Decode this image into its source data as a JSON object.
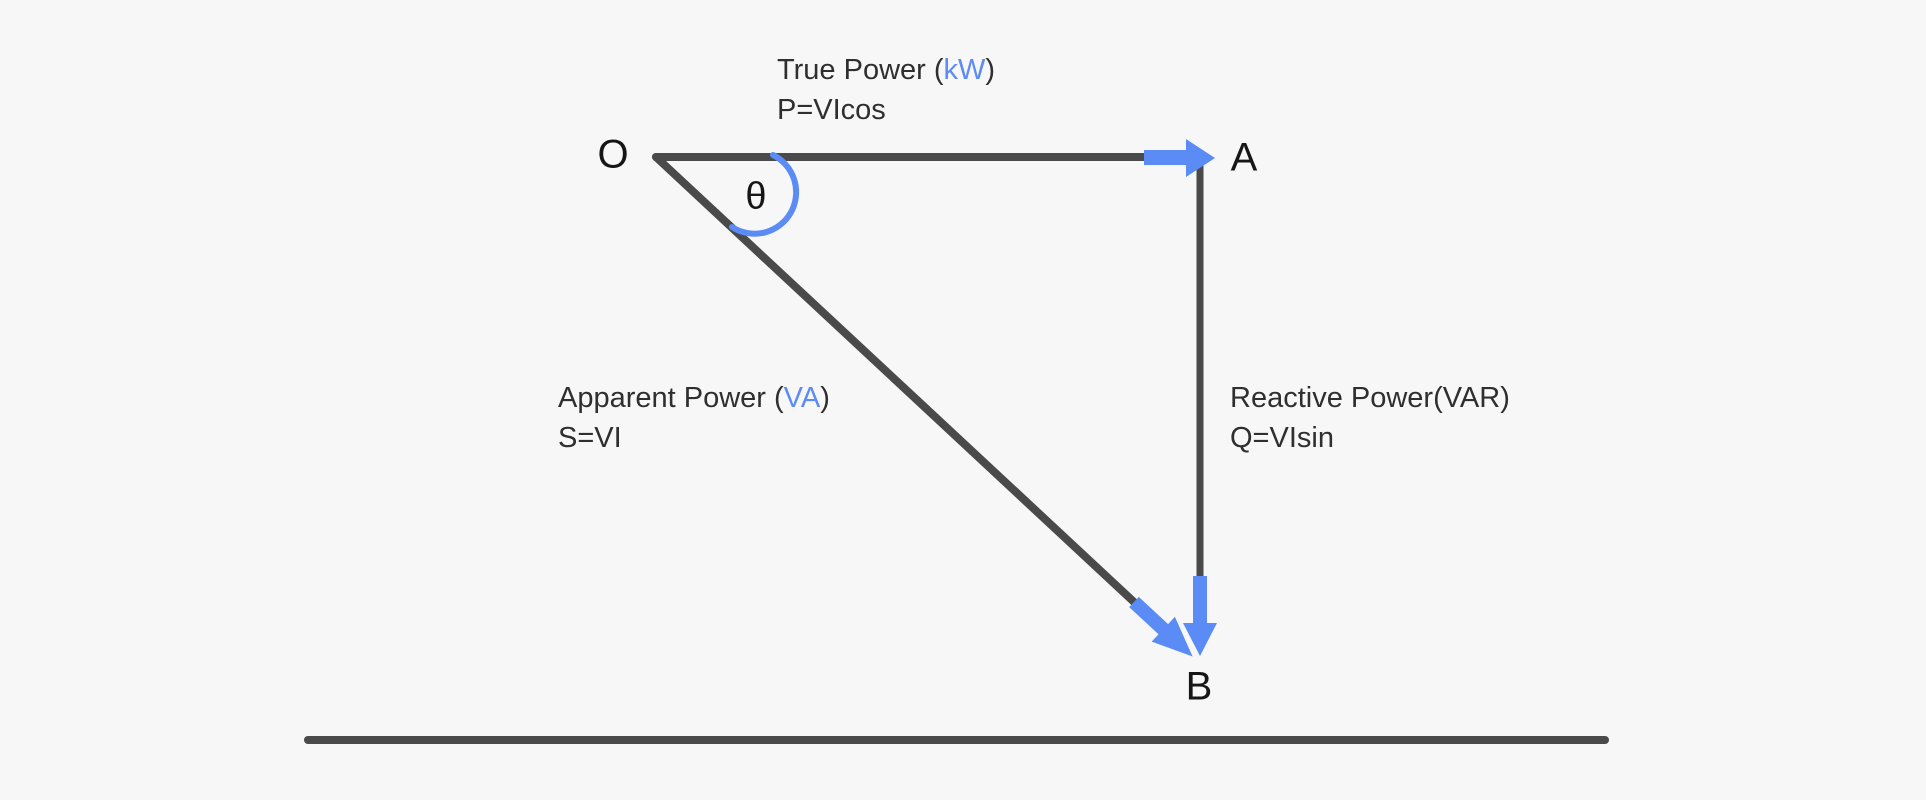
{
  "diagram": {
    "type": "power-triangle",
    "vertices": {
      "origin": "O",
      "top_right": "A",
      "bottom": "B"
    },
    "angle_symbol": "θ",
    "true_power": {
      "prefix": "True Power (",
      "unit": "kW",
      "suffix": ")",
      "formula": "P=VIcos"
    },
    "apparent_power": {
      "prefix": "Apparent Power (",
      "unit": "VA",
      "suffix": ")",
      "formula": "S=VI"
    },
    "reactive_power": {
      "label": "Reactive Power(VAR)",
      "formula": "Q=VIsin"
    },
    "colors": {
      "accent": "#5b8cf5",
      "line": "#4a4a4a",
      "text": "#2f2f2f",
      "vertex_text": "#161616",
      "background": "#f7f7f7"
    }
  }
}
